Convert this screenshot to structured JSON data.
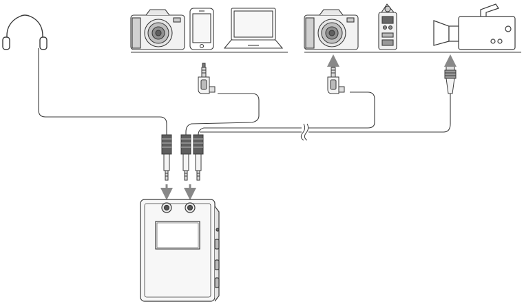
{
  "diagram": {
    "kind": "connection-diagram",
    "line_color": "#3a3a3a",
    "fill_light": "#f4f4f4",
    "fill_mid": "#d9d9d9",
    "fill_dark": "#7a7a7a",
    "arrow_color": "#888888",
    "devices": [
      {
        "icon": "headphones-icon",
        "role": "headphone-output"
      },
      {
        "icon": "dslr-camera-icon",
        "role": "destination"
      },
      {
        "icon": "smartphone-icon",
        "role": "destination"
      },
      {
        "icon": "laptop-icon",
        "role": "destination"
      },
      {
        "icon": "dslr-camera-icon",
        "role": "destination"
      },
      {
        "icon": "handheld-recorder-icon",
        "role": "destination"
      },
      {
        "icon": "camcorder-icon",
        "role": "destination"
      },
      {
        "icon": "wireless-receiver-icon",
        "role": "source"
      }
    ],
    "connectors": [
      {
        "icon": "trs-3-5mm-plug-icon",
        "count": 3,
        "at": "receiver"
      },
      {
        "icon": "right-angle-trrs-plug-icon",
        "count": 2,
        "at": "devices"
      },
      {
        "icon": "xlr-like-plug-icon",
        "count": 1,
        "at": "camcorder"
      }
    ]
  }
}
